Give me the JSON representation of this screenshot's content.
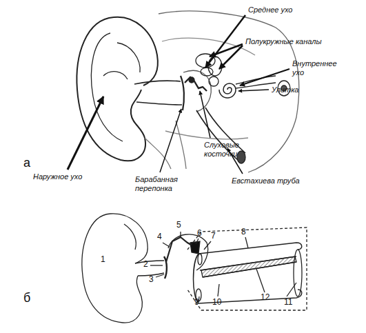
{
  "diagram": {
    "labels": [
      "Среднее ухо",
      "Полукружные каналы",
      "Внутреннее ухо",
      "Улитка",
      "Слуховые косточки",
      "Наружное ухо",
      "Барабанная перепонка",
      "Евстахиева труба",
      "а",
      "б",
      "1",
      "2",
      "3",
      "4",
      "5",
      "6",
      "7",
      "8",
      "9",
      "10",
      "11",
      "12"
    ]
  }
}
